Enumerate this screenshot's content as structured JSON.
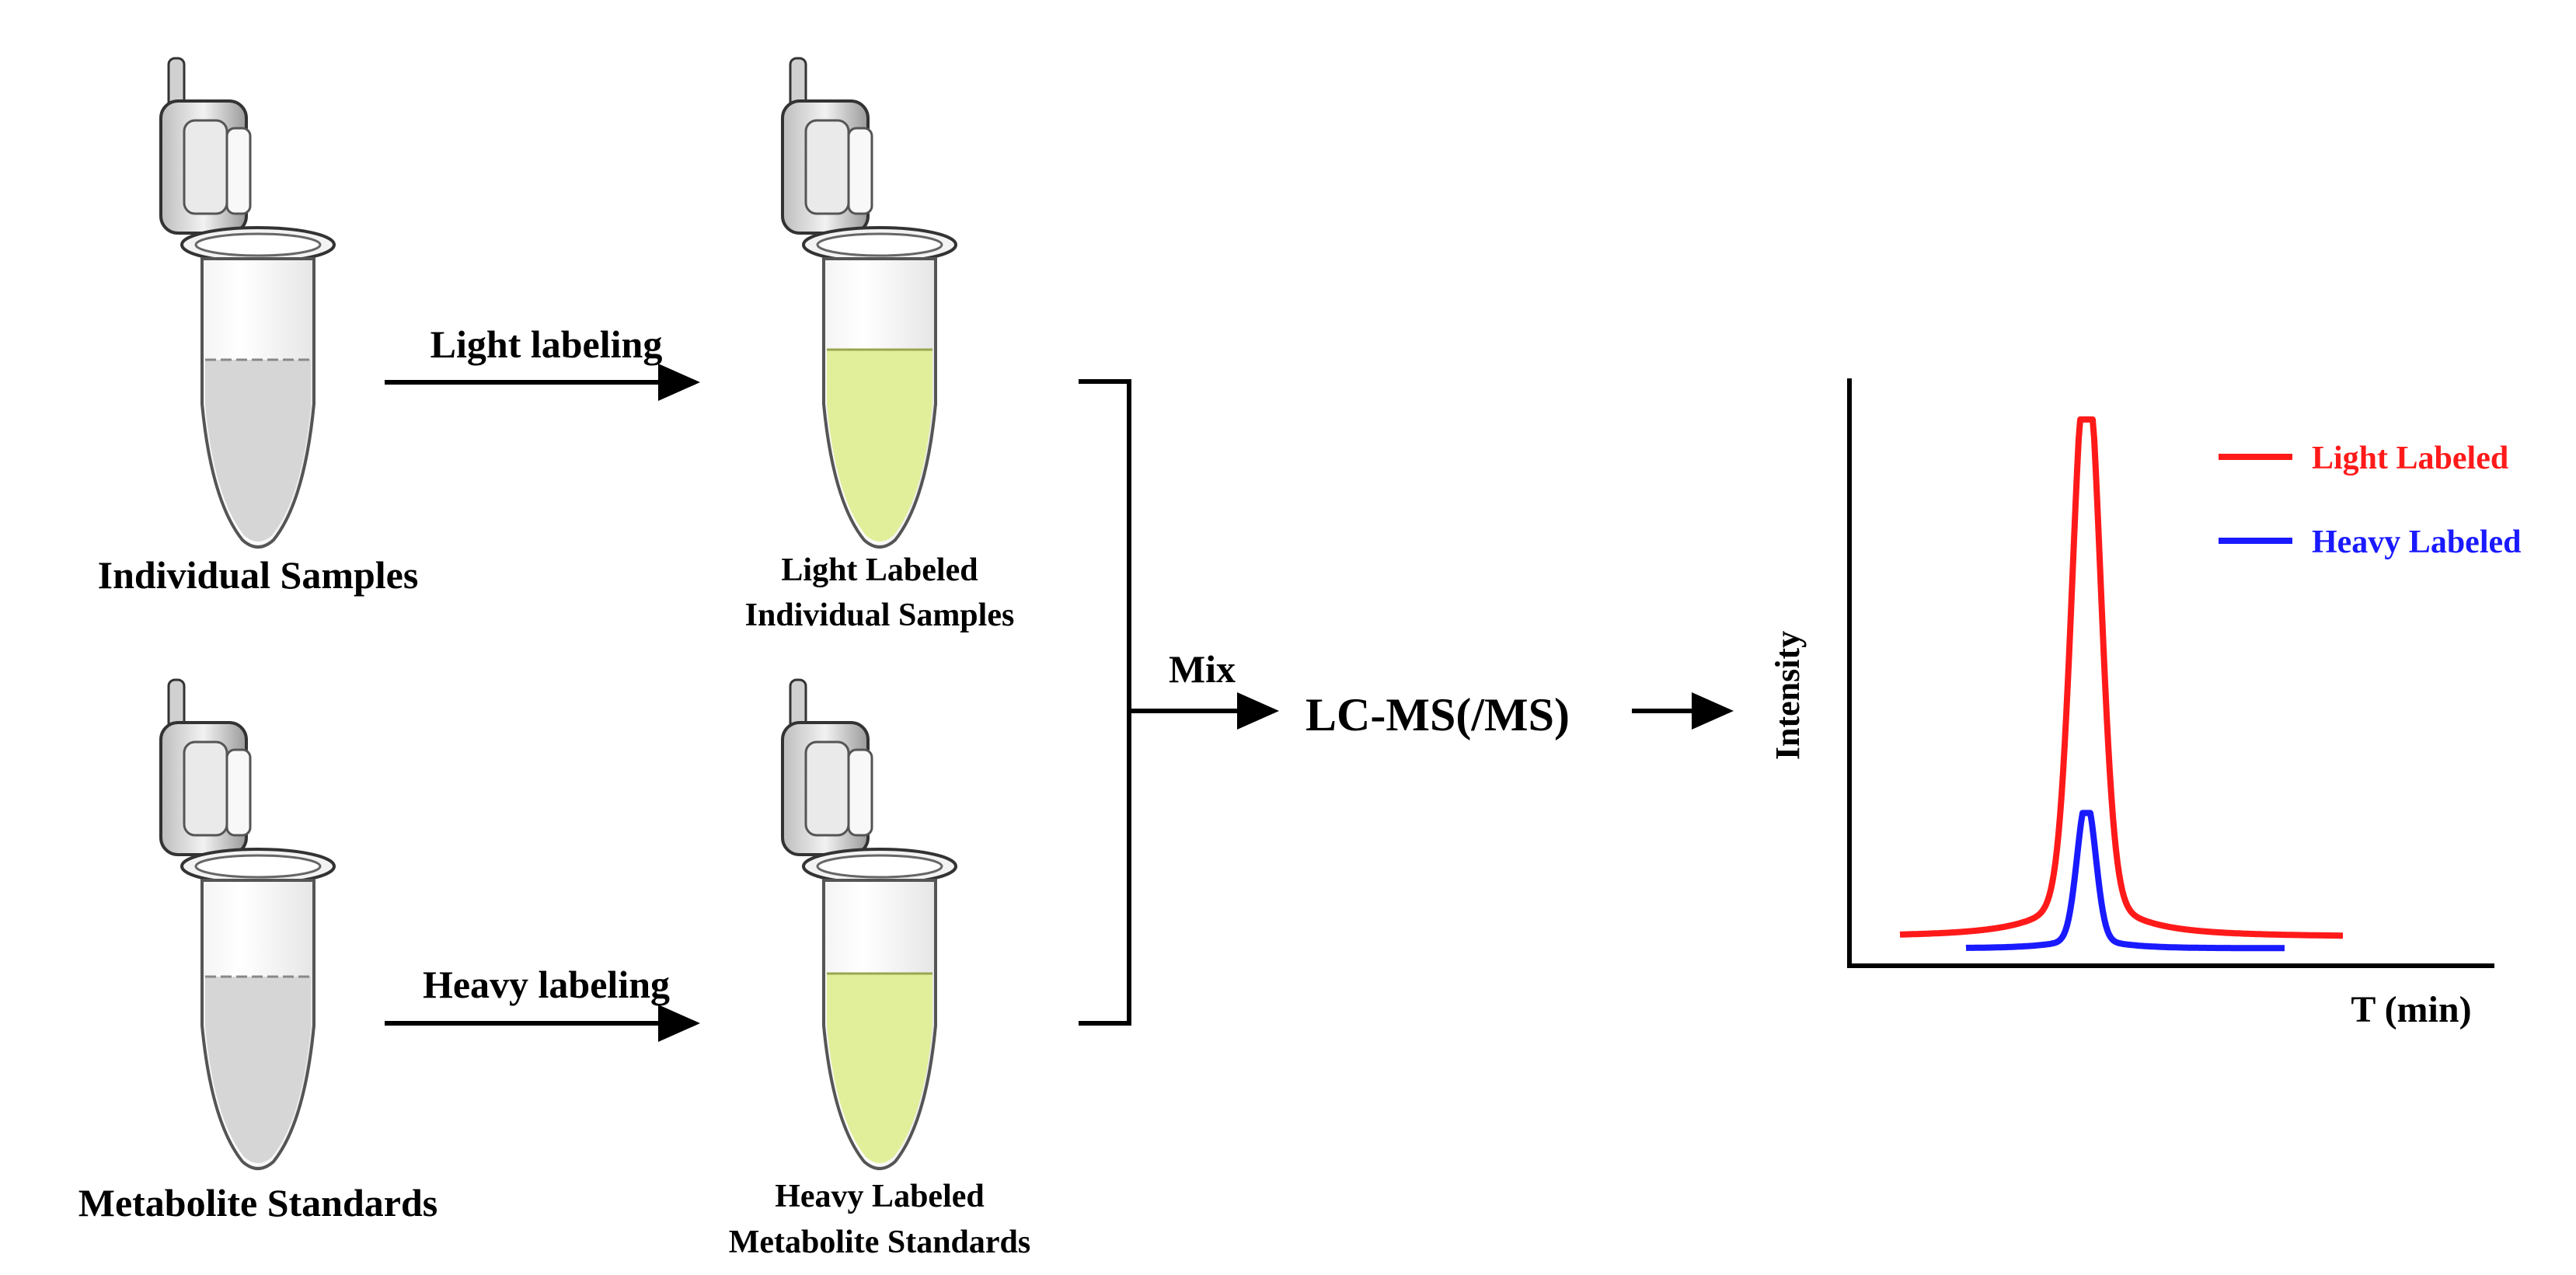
{
  "tubes": {
    "individual_samples": {
      "label": "Individual Samples",
      "liquid_color": "#d6d6d6"
    },
    "light_labeled": {
      "label_line1": "Light Labeled",
      "label_line2": "Individual Samples",
      "liquid_color": "#e2ef9a"
    },
    "metabolite_standards": {
      "label": "Metabolite Standards",
      "liquid_color": "#d6d6d6"
    },
    "heavy_labeled": {
      "label_line1": "Heavy Labeled",
      "label_line2": "Metabolite Standards",
      "liquid_color": "#e2ef9a"
    }
  },
  "arrows": {
    "light_labeling": "Light labeling",
    "heavy_labeling": "Heavy labeling",
    "mix": "Mix"
  },
  "instrument": {
    "label": "LC-MS(/MS)"
  },
  "chart": {
    "ylabel": "Intensity",
    "xlabel": "T (min)",
    "legend": [
      {
        "label": "Light Labeled",
        "color": "#ff1a1a"
      },
      {
        "label": "Heavy Labeled",
        "color": "#1a1aff"
      }
    ]
  },
  "chart_data": {
    "type": "line",
    "title": "",
    "xlabel": "T (min)",
    "ylabel": "Intensity",
    "axis_ticks": "none",
    "legend_position": "top-right",
    "series": [
      {
        "name": "Light Labeled",
        "color": "#ff1a1a",
        "shape": "peak",
        "baseline": 0.05,
        "peak": 0.93
      },
      {
        "name": "Heavy Labeled",
        "color": "#1a1aff",
        "shape": "peak",
        "baseline": 0.03,
        "peak": 0.26
      }
    ]
  }
}
